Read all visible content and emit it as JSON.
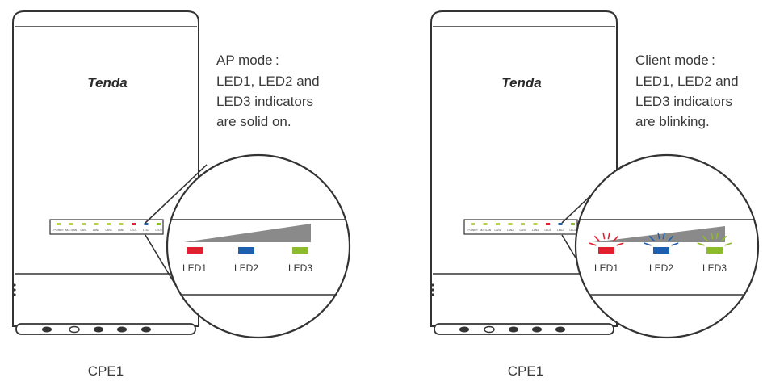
{
  "brand": "Tenda",
  "colors": {
    "led1": "#e0202f",
    "led2": "#1f5fb0",
    "led3": "#8ebb2c",
    "outline": "#333333",
    "small_led_green": "#b5d24a"
  },
  "small_led_labels": [
    "POWER",
    "MGT/LAN",
    "LAN1",
    "LAN2",
    "LAN3",
    "LAN4",
    "LED1",
    "LED2",
    "LED3"
  ],
  "panels": [
    {
      "mode_title": "AP mode :",
      "desc_line1": "LED1, LED2 and",
      "desc_line2": "LED3 indicators",
      "desc_line3": "are solid on.",
      "device_label": "CPE1",
      "led_state": "solid",
      "leds": [
        {
          "label": "LED1",
          "color_key": "led1"
        },
        {
          "label": "LED2",
          "color_key": "led2"
        },
        {
          "label": "LED3",
          "color_key": "led3"
        }
      ]
    },
    {
      "mode_title": "Client mode :",
      "desc_line1": "LED1, LED2 and",
      "desc_line2": "LED3 indicators",
      "desc_line3": "are blinking.",
      "device_label": "CPE1",
      "led_state": "blinking",
      "leds": [
        {
          "label": "LED1",
          "color_key": "led1"
        },
        {
          "label": "LED2",
          "color_key": "led2"
        },
        {
          "label": "LED3",
          "color_key": "led3"
        }
      ]
    }
  ]
}
